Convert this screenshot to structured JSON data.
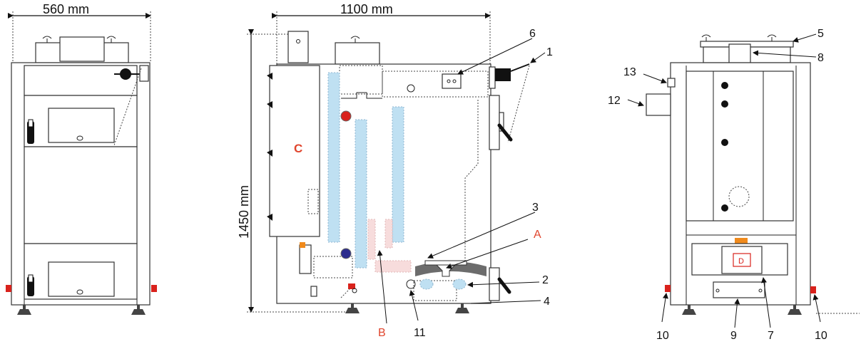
{
  "dimensions": {
    "width_front": "560 mm",
    "depth_side": "1100 mm",
    "height": "1450 mm"
  },
  "labels": {
    "l1": "1",
    "l2": "2",
    "l3": "3",
    "l4": "4",
    "l5": "5",
    "l6": "6",
    "l7": "7",
    "l8": "8",
    "l9": "9",
    "l10a": "10",
    "l10b": "10",
    "l11": "11",
    "l12": "12",
    "l13": "13",
    "lA": "A",
    "lB": "B",
    "lC": "C",
    "lD": "D"
  },
  "colors": {
    "water_jacket": "#bfe0f2",
    "flue_channel": "#f7dcdc",
    "label_red": "#e0452d",
    "hot_dot": "#d9221c",
    "cold_dot": "#2a2a8c",
    "accent_orange": "#f08a1c"
  }
}
